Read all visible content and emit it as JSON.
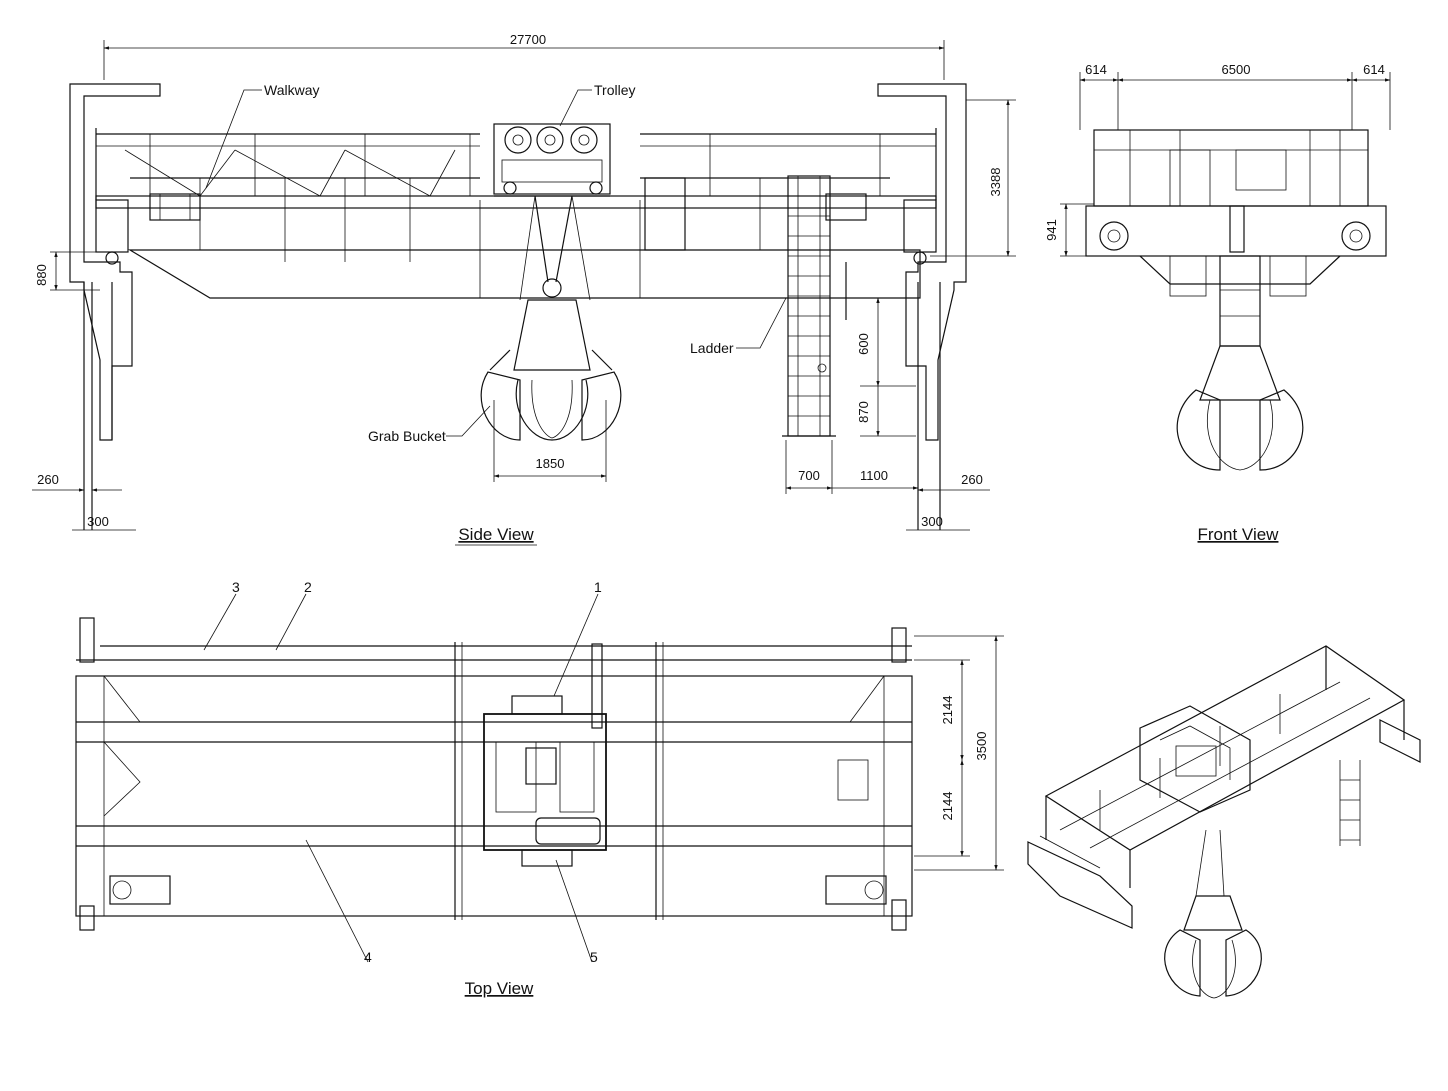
{
  "colors": {
    "ink": "#111111",
    "paper": "#ffffff"
  },
  "views": {
    "side": "Side View",
    "front": "Front View",
    "top": "Top View"
  },
  "labels": {
    "walkway": "Walkway",
    "trolley": "Trolley",
    "ladder": "Ladder",
    "grab_bucket": "Grab Bucket"
  },
  "side_dims": {
    "span": "27700",
    "height_right": "3388",
    "left_offset": "880",
    "ladder_a": "600",
    "ladder_b": "870",
    "bucket_width": "1850",
    "ladder_w": "700",
    "ladder_gap": "1100",
    "rail_left": "260",
    "rail_right": "260",
    "col_left": "300",
    "col_right": "300"
  },
  "front_dims": {
    "left": "614",
    "middle": "6500",
    "right": "614",
    "height": "941"
  },
  "top_dims": {
    "upper": "2144",
    "lower": "2144",
    "total": "3500"
  },
  "callouts": {
    "c1": "1",
    "c2": "2",
    "c3": "3",
    "c4": "4",
    "c5": "5"
  }
}
